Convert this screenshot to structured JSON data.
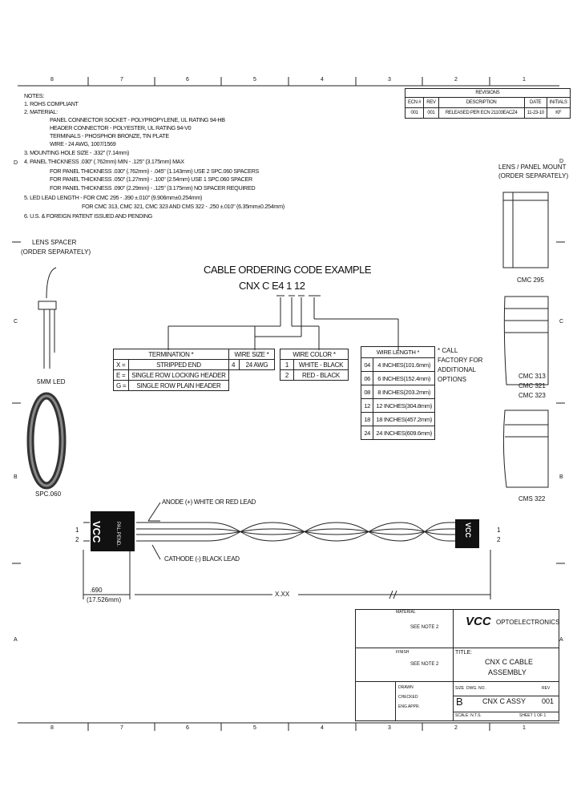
{
  "zones": {
    "top": [
      "8",
      "7",
      "6",
      "5",
      "4",
      "3",
      "2",
      "1"
    ],
    "bottom": [
      "8",
      "7",
      "6",
      "5",
      "4",
      "3",
      "2",
      "1"
    ],
    "left": [
      "D",
      "C",
      "B",
      "A"
    ],
    "right": [
      "D",
      "C",
      "B",
      "A"
    ]
  },
  "notes": {
    "header": "NOTES:",
    "items": [
      "1.    ROHS COMPLIANT",
      "2.    MATERIAL:",
      "PANEL CONNECTOR SOCKET - POLYPROPYLENE, UL RATING 94-HB",
      "HEADER CONNECTOR - POLYESTER, UL RATING 94-V0",
      "TERMINALS - PHOSPHOR BRONZE, TIN PLATE",
      "WIRE - 24 AWG, 1007/1569",
      "3.    MOUNTING HOLE SIZE - .332\" (7.14mm)",
      "4.    PANEL THICKNESS .030\" (.762mm) MIN - .125\" (3.175mm) MAX",
      "FOR PANEL THICKNESS .030\" (.762mm) - .045\" (1.143mm) USE 2 SPC.060 SPACERS",
      "FOR PANEL THICKNESS .050\" (1.27mm) - .100\" (2.54mm) USE 1 SPC.060 SPACER",
      "FOR PANEL THICKNESS .090\" (2.29mm) - .125\" (3.175mm) NO SPACER REQUIRED",
      "5.    LED LEAD LENGTH - FOR CMC 295 - .390 ±.010\" (9.906mm±0.254mm)",
      "FOR CMC 313, CMC 321, CMC 323 AND CMS 322 - .250 ±.010\" (6.35mm±0.254mm)",
      "6.    U.S. & FOREIGN PATENT ISSUED AND PENDING"
    ]
  },
  "revisions": {
    "title": "REVISIONS",
    "headers": [
      "ECN #",
      "REV",
      "DESCRIPTION",
      "DATE",
      "INITIALS"
    ],
    "rows": [
      [
        "001",
        "001",
        "RELEASED PER ECN 21103EACZ4",
        "11-23-10",
        "KF"
      ]
    ]
  },
  "lens_panel": {
    "title1": "LENS / PANEL MOUNT",
    "title2": "(ORDER SEPARATELY)",
    "labels": [
      "CMC 295",
      "CMC 313",
      "CMC 321",
      "CMC 323",
      "CMS 322"
    ]
  },
  "lens_spacer": {
    "title1": "LENS SPACER",
    "title2": "(ORDER SEPARATELY)",
    "led_label": "5MM LED",
    "spacer_label": "SPC.060"
  },
  "ordering": {
    "title": "CABLE ORDERING CODE EXAMPLE",
    "code_prefix": "CNX C",
    "code_parts": [
      "E",
      "4",
      "1",
      "12"
    ],
    "termination": {
      "header": "TERMINATION *",
      "rows": [
        [
          "X =",
          "STRIPPED END"
        ],
        [
          "E =",
          "SINGLE ROW LOCKING HEADER"
        ],
        [
          "G =",
          "SINGLE ROW PLAIN HEADER"
        ]
      ]
    },
    "wire_size": {
      "header": "WIRE SIZE *",
      "rows": [
        [
          "4",
          "24 AWG"
        ]
      ]
    },
    "wire_color": {
      "header": "WIRE COLOR *",
      "rows": [
        [
          "1",
          "WHITE - BLACK"
        ],
        [
          "2",
          "RED - BLACK"
        ]
      ]
    },
    "wire_length": {
      "header": "WIRE LENGTH *",
      "rows": [
        [
          "04",
          "4 INCHES(101.6mm)"
        ],
        [
          "06",
          "6 INCHES(152.4mm)"
        ],
        [
          "08",
          "8 INCHES(203.2mm)"
        ],
        [
          "12",
          "12 INCHES(304.8mm)"
        ],
        [
          "18",
          "18 INCHES(457.2mm)"
        ],
        [
          "24",
          "24 INCHES(609.6mm)"
        ]
      ]
    },
    "call_note": [
      "* CALL",
      "FACTORY FOR",
      "ADDITIONAL",
      "OPTIONS"
    ]
  },
  "cable": {
    "anode": "ANODE (+) WHITE OR RED LEAD",
    "cathode": "CATHODE (-) BLACK LEAD",
    "pin1": "1",
    "pin2": "2",
    "pin1r": "1",
    "pin2r": "2",
    "dim_value": ".690",
    "dim_mm": "(17.526mm)",
    "length_label": "X.XX",
    "connector_text": "VCC",
    "connector_sub": "PAL.PEND."
  },
  "title_block": {
    "company": "OPTOELECTRONICS",
    "logo": "VCC",
    "title_label": "TITLE:",
    "title1": "CNX C CABLE",
    "title2": "ASSEMBLY",
    "size_label": "SIZE",
    "size": "B",
    "dwg_label": "DWG. NO.",
    "dwg_no": "CNX C ASSY",
    "rev_label": "REV",
    "rev": "001",
    "scale": "SCALE: N.T.S.",
    "sheet": "SHEET 1 OF 1",
    "material": "MATERIAL",
    "see_note1": "SEE NOTE 2",
    "finish": "FINISH",
    "see_note2": "SEE NOTE 2",
    "drawn": "DRAWN",
    "checked": "CHECKED",
    "approved": "ENG APPR."
  }
}
